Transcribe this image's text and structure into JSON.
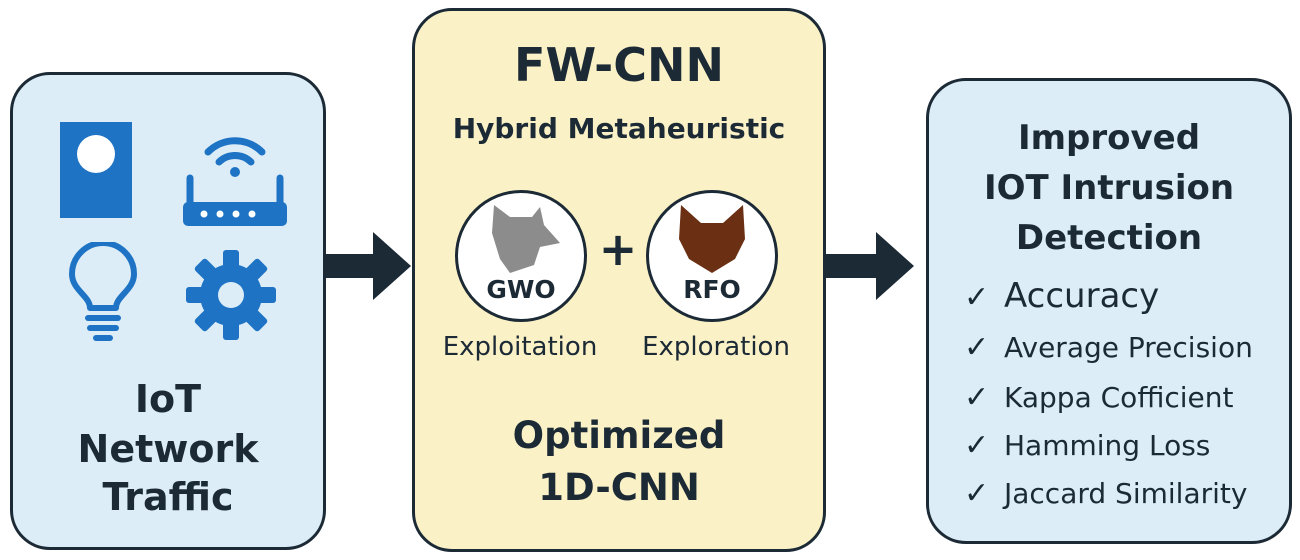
{
  "colors": {
    "outline": "#1c2a36",
    "blue_panel": "#dcedf7",
    "yellow_panel": "#faf1c6",
    "icon_blue": "#1e73c4",
    "wolf_gray": "#8c8c8c",
    "fox_brown": "#6b3014"
  },
  "input_panel": {
    "icons": [
      "device-icon",
      "wifi-router-icon",
      "lightbulb-icon",
      "gear-icon"
    ],
    "label_lines": [
      "IoT",
      "Network",
      "Traffic"
    ]
  },
  "model_panel": {
    "title": "FW-CNN",
    "subtitle": "Hybrid Metaheuristic",
    "algorithms": [
      {
        "name": "GWO",
        "role": "Exploitation",
        "icon": "wolf-icon"
      },
      {
        "name": "RFO",
        "role": "Exploration",
        "icon": "fox-icon"
      }
    ],
    "operator": "+",
    "output_lines": [
      "Optimized",
      "1D-CNN"
    ]
  },
  "result_panel": {
    "title_lines": [
      "Improved",
      "IOT Intrusion",
      "Detection"
    ],
    "check_symbol": "✓",
    "metrics": [
      "Accuracy",
      "Average Precision",
      "Kappa Cofficient",
      "Hamming Loss",
      "Jaccard Similarity"
    ]
  }
}
